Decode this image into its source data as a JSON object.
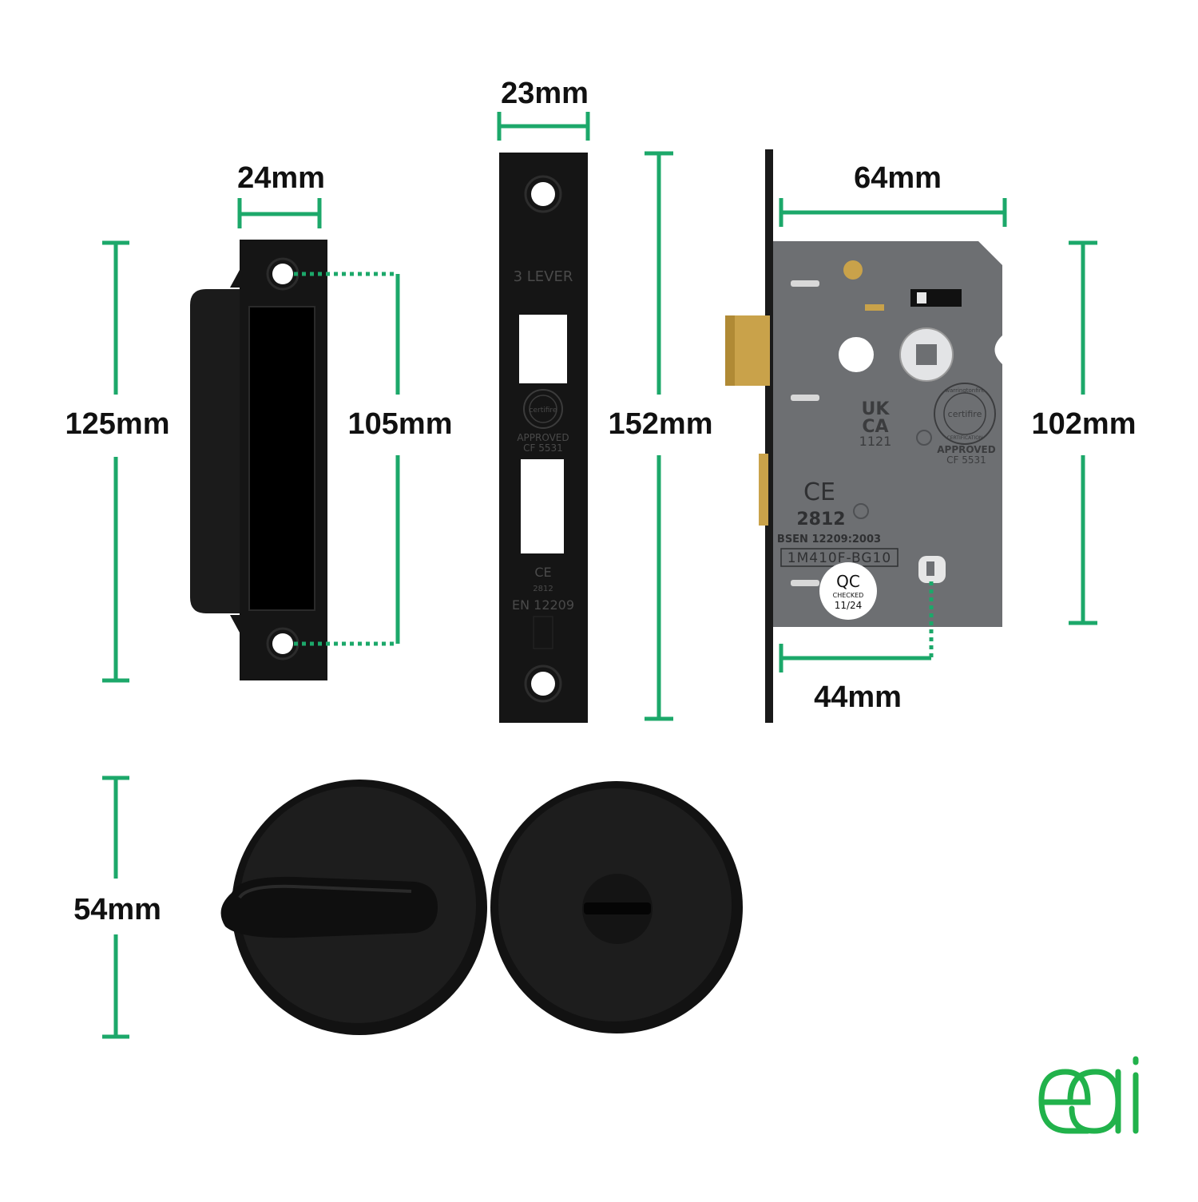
{
  "colors": {
    "dimension_line": "#1ca86a",
    "matte_black": "#151515",
    "lock_case": "#6d6f72",
    "brass": "#c9a24a",
    "logo": "#21b24b"
  },
  "dimensions": {
    "strike_width": "24mm",
    "strike_height": "125mm",
    "strike_hole_spacing": "105mm",
    "forend_width": "23mm",
    "forend_height": "152mm",
    "case_depth": "64mm",
    "case_height": "102mm",
    "backset": "44mm",
    "rose_diameter": "54mm"
  },
  "forend": {
    "lever_text": "3 LEVER",
    "approval_line1": "APPROVED",
    "approval_line2": "CF 5531",
    "ce_text": "CE",
    "ce_number": "2812",
    "standard": "EN 12209",
    "seal_text": "certifire"
  },
  "lock_case": {
    "ukca_line1": "UK",
    "ukca_line2": "CA",
    "ukca_number": "1121",
    "seal_text": "certifire",
    "seal_ring_top": "warringtonfire",
    "seal_ring_bottom": "CERTIFICATION",
    "approval_line1": "APPROVED",
    "approval_line2": "CF 5531",
    "ce_text": "CE",
    "ce_number": "2812",
    "standard": "BSEN 12209:2003",
    "model_code": "1M410F-BG10",
    "qc_title": "QC",
    "qc_checked": "CHECKED",
    "qc_date": "11/24"
  },
  "brand": {
    "logo_icon": "eai-logo-icon",
    "logo_text": "eai"
  }
}
